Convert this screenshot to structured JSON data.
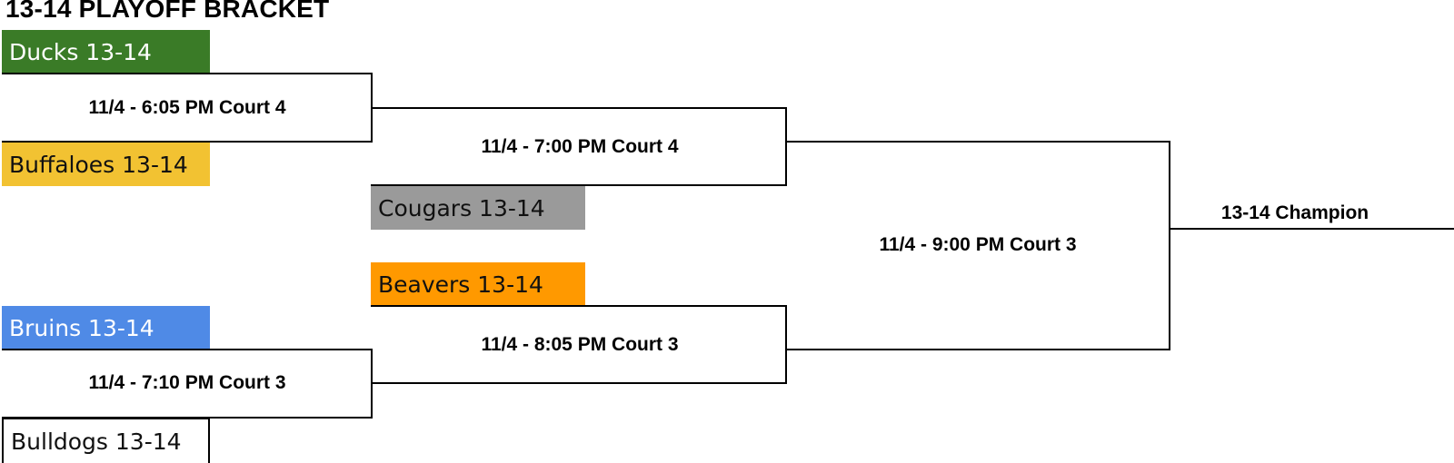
{
  "title": "13-14 PLAYOFF BRACKET",
  "teams": {
    "ducks": {
      "label": "Ducks 13-14",
      "color": "#3a7b27"
    },
    "buffaloes": {
      "label": "Buffaloes 13-14",
      "color": "#f2c232"
    },
    "cougars": {
      "label": "Cougars 13-14",
      "color": "#9a9a9a"
    },
    "beavers": {
      "label": "Beavers 13-14",
      "color": "#ff9900"
    },
    "bruins": {
      "label": "Bruins 13-14",
      "color": "#4f8ae6"
    },
    "bulldogs": {
      "label": "Bulldogs 13-14",
      "color": "#ffffff"
    }
  },
  "games": {
    "game1": "11/4 - 6:05 PM Court 4",
    "game2": "11/4 - 7:00 PM Court 4",
    "game3": "11/4 - 7:10 PM Court 3",
    "game4": "11/4 - 8:05 PM Court 3",
    "game5": "11/4 - 9:00 PM Court 3"
  },
  "champion": "13-14 Champion"
}
